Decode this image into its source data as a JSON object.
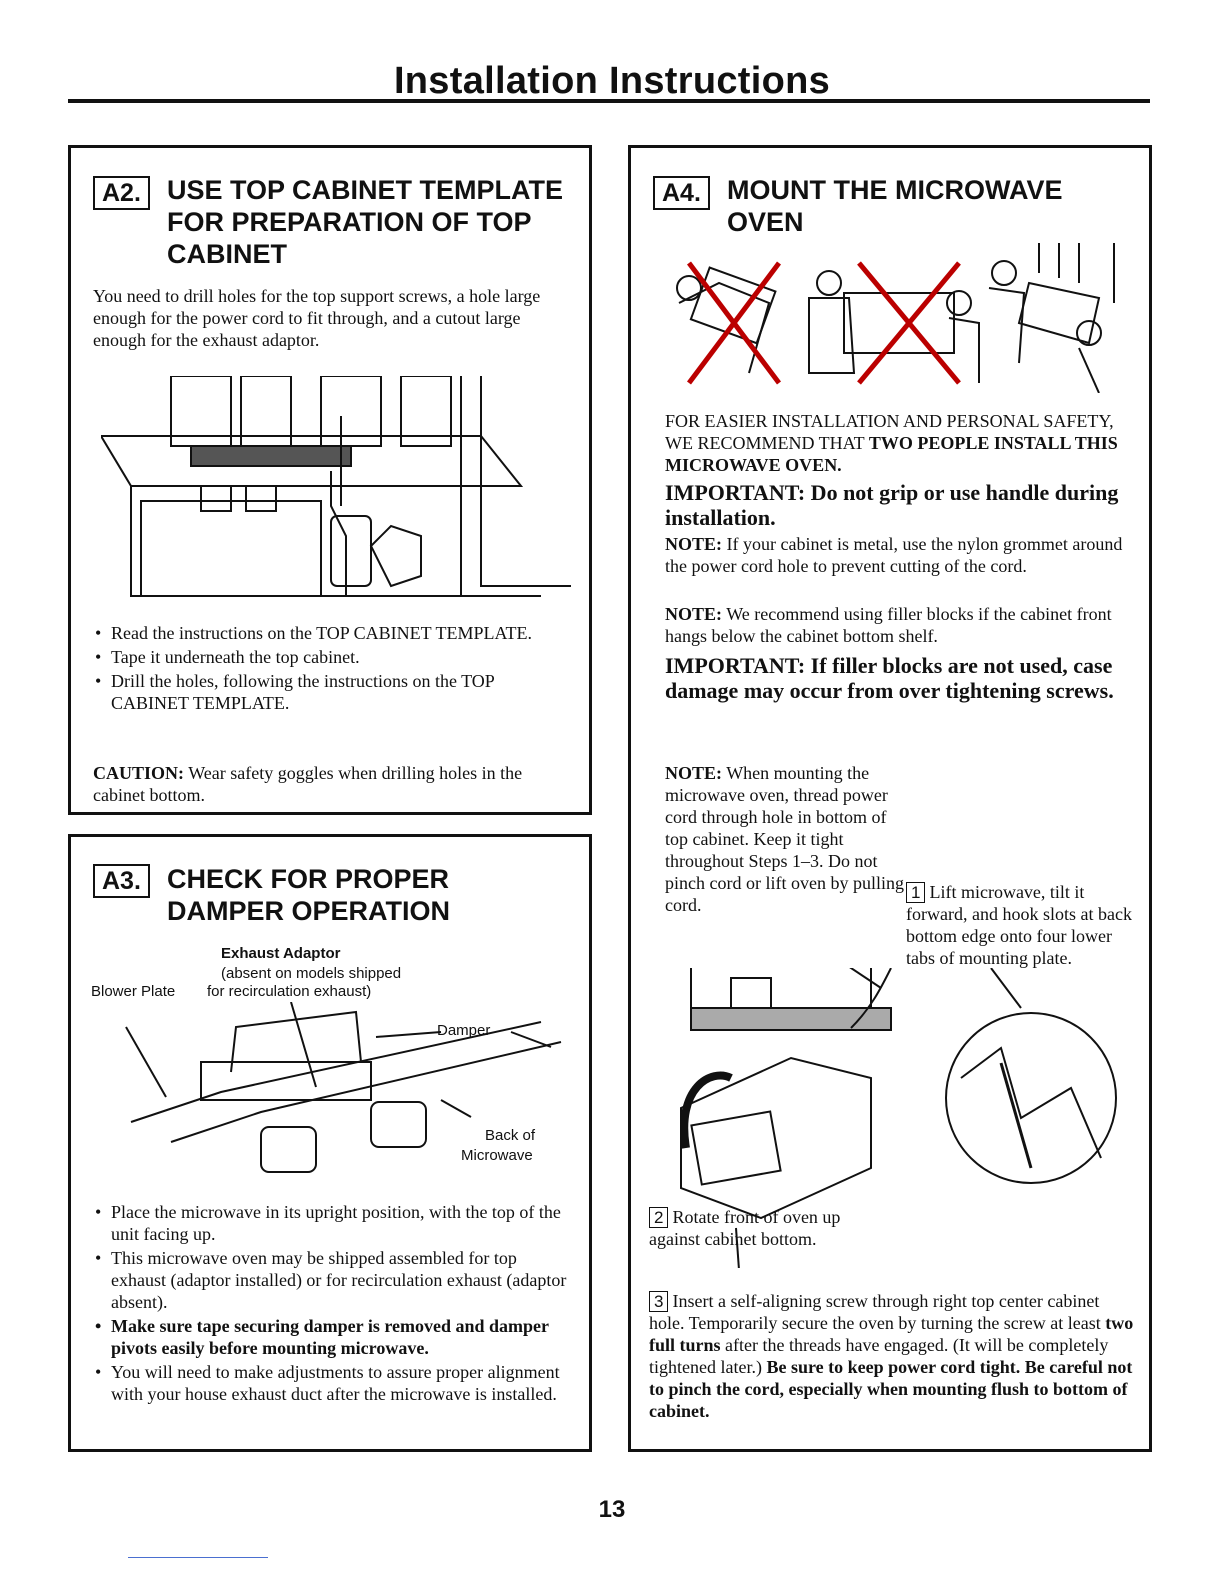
{
  "page": {
    "title": "Installation Instructions",
    "page_number": "13"
  },
  "a2": {
    "tag": "A2.",
    "title": "USE TOP CABINET TEMPLATE FOR PREPARATION OF TOP CABINET",
    "intro": "You need to drill holes for the top support screws, a hole large enough for the power cord to fit through, and a cutout large enough for the exhaust adaptor.",
    "bullets": [
      "Read the instructions on the TOP CABINET TEMPLATE.",
      "Tape it underneath the top cabinet.",
      "Drill the holes, following the instructions on the TOP CABINET TEMPLATE."
    ],
    "caution_label": "CAUTION:",
    "caution_text": " Wear safety goggles when drilling holes in the cabinet bottom."
  },
  "a3": {
    "tag": "A3.",
    "title": "CHECK FOR PROPER DAMPER OPERATION",
    "diagram": {
      "exhaust_adaptor": "Exhaust Adaptor",
      "exhaust_note_1": "(absent on models shipped",
      "exhaust_note_2": "for recirculation exhaust)",
      "blower_plate": "Blower Plate",
      "damper": "Damper",
      "back_of": "Back of",
      "microwave": "Microwave"
    },
    "bullets": [
      "Place the microwave in its upright position, with the top of the unit facing up.",
      "This microwave oven may be shipped assembled for top exhaust (adaptor installed) or for recirculation exhaust (adaptor absent).",
      "Make sure tape securing damper is removed and damper pivots easily before mounting microwave.",
      "You will need to make adjustments to assure proper alignment with your house exhaust duct after the microwave is installed."
    ]
  },
  "a4": {
    "tag": "A4.",
    "title": "MOUNT THE MICROWAVE OVEN",
    "safety_plain": "FOR EASIER INSTALLATION AND PERSONAL SAFETY, WE RECOMMEND THAT ",
    "safety_bold": "TWO PEOPLE INSTALL THIS MICROWAVE OVEN.",
    "important_1": "IMPORTANT: Do not grip or use handle during installation.",
    "note_label": "NOTE:",
    "note_1": " If your cabinet is metal, use the nylon grommet around the power cord hole to prevent cutting of the cord.",
    "note_2": " We recommend using filler blocks if the cabinet front hangs below the cabinet bottom shelf.",
    "important_2": "IMPORTANT: If filler blocks are not used, case damage may occur from over tightening screws.",
    "note_3": " When mounting the microwave oven, thread power cord through hole in bottom of top cabinet. Keep it tight throughout Steps 1–3. Do not pinch cord or lift oven by pulling cord.",
    "step1_num": "1",
    "step1": "Lift microwave, tilt it forward, and hook slots at back bottom edge onto four lower tabs of mounting plate.",
    "step2_num": "2",
    "step2": "Rotate front of oven up against cabinet bottom.",
    "step3_num": "3",
    "step3_plain_1": "Insert a self-aligning screw through right top center cabinet hole. Temporarily secure the oven by turning the screw at least ",
    "step3_bold_1": "two full turns",
    "step3_plain_2": " after the threads have engaged. (It will be completely tightened later.) ",
    "step3_bold_2": "Be sure to keep power cord tight. Be careful not to pinch the cord, especially when mounting flush to bottom of cabinet."
  }
}
